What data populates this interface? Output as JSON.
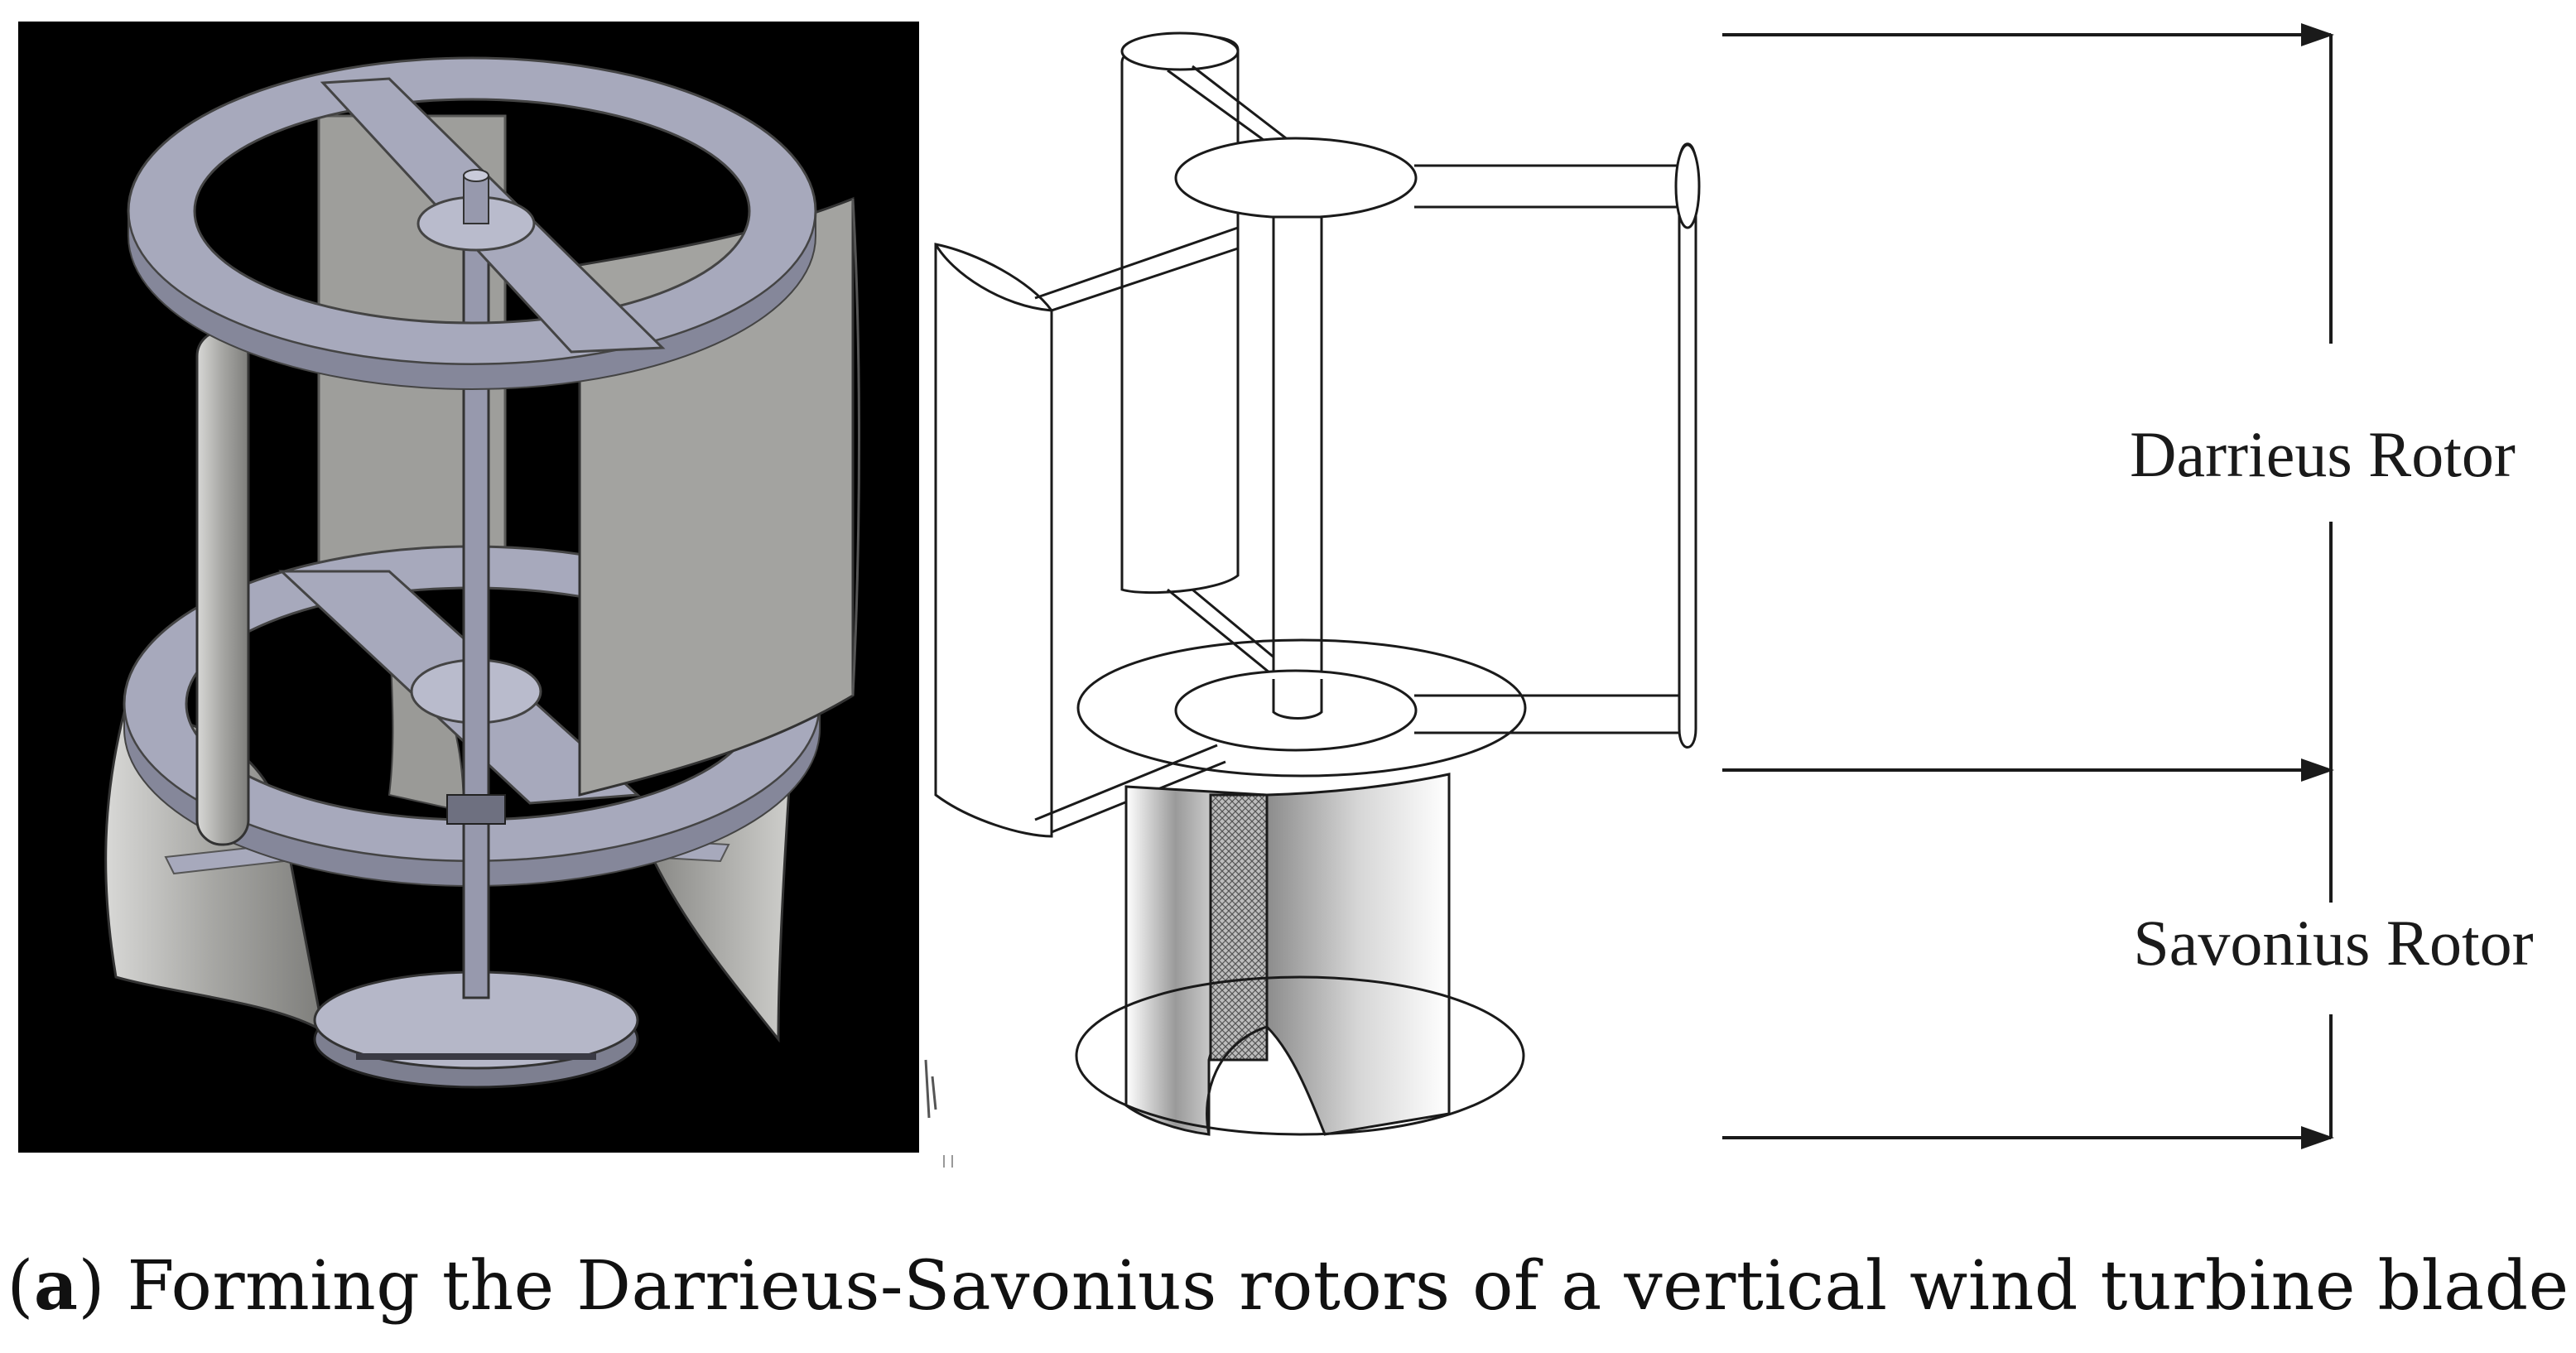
{
  "labels": {
    "darrieus": "Darrieus Rotor",
    "savonius": "Savonius Rotor"
  },
  "caption": {
    "open_paren": "(",
    "letter": "a",
    "text": ") Forming the Darrieus-Savonius rotors of a vertical wind turbine blade"
  },
  "colors": {
    "render_background": "#000000",
    "render_metal": "#a7a9bc",
    "render_blade": "#a3a3a0",
    "line_art": "#1a1a1a"
  }
}
